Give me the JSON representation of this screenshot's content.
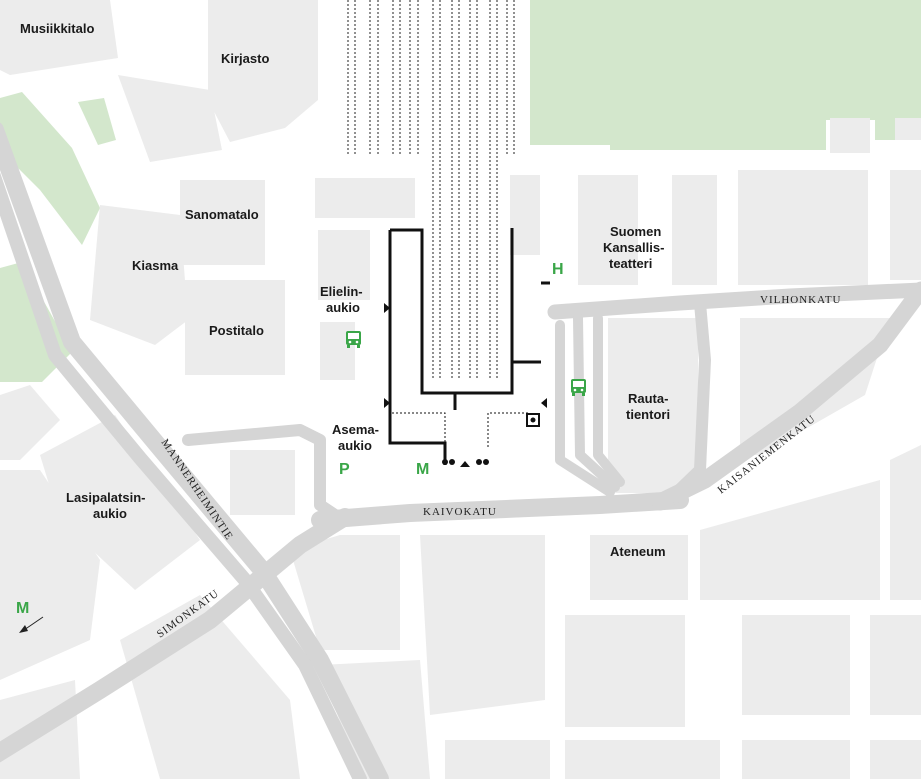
{
  "colors": {
    "park": "#d3e7cc",
    "block": "#ececec",
    "road": "#d5d5d5",
    "station_outline": "#111111",
    "symbol_green": "#3aa648",
    "text": "#1a1a1a"
  },
  "places": {
    "musiikkitalo": "Musiikkitalo",
    "kirjasto": "Kirjasto",
    "sanomatalo": "Sanomatalo",
    "kiasma": "Kiasma",
    "postitalo": "Postitalo",
    "elielinaukio_1": "Elielin-",
    "elielinaukio_2": "aukio",
    "asema_aukio_1": "Asema-",
    "asema_aukio_2": "aukio",
    "lasipalatsinaukio_1": "Lasipalatsin-",
    "lasipalatsinaukio_2": "aukio",
    "ateneum": "Ateneum",
    "rautatientori_1": "Rauta-",
    "rautatientori_2": "tientori",
    "kansallisteatteri_1": "Suomen",
    "kansallisteatteri_2": "Kansallis-",
    "kansallisteatteri_3": "teatteri"
  },
  "streets": {
    "vilhonkatu": "VILHONKATU",
    "kaisaniemenkatu": "KAISANIEMENKATU",
    "kaivokatu": "KAIVOKATU",
    "mannerheimintie": "MANNERHEIMINTIE",
    "simonkatu": "SIMONKATU"
  },
  "symbols": {
    "metro": "M",
    "parking": "P",
    "hotel": "H",
    "bus_stop_icon": "bus-icon",
    "metro_direction_icon": "arrow-southwest-icon",
    "taxi_icon": "taxi-icon"
  }
}
